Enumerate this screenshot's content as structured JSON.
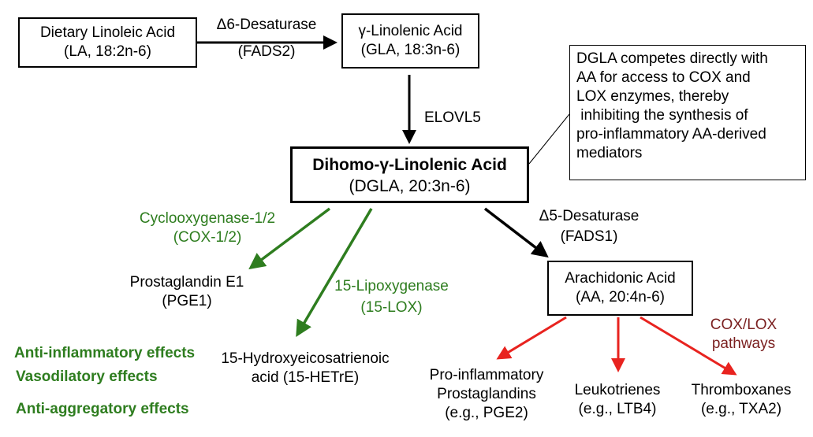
{
  "nodes": {
    "la": {
      "line1": "Dietary Linoleic Acid",
      "line2": "(LA, 18:2n-6)"
    },
    "gla": {
      "line1": "γ-Linolenic Acid",
      "line2": "(GLA, 18:3n-6)"
    },
    "dgla": {
      "line1": "Dihomo-γ-Linolenic Acid",
      "line2": "(DGLA, 20:3n-6)"
    },
    "aa": {
      "line1": "Arachidonic Acid",
      "line2": "(AA, 20:4n-6)"
    },
    "pge1": {
      "line1": "Prostaglandin E1",
      "line2": "(PGE1)"
    },
    "hetre": {
      "line1": "15-Hydroxyeicosatrienoic",
      "line2": "acid (15-HETrE)"
    },
    "pro_pg": {
      "line1": "Pro-inflammatory",
      "line2": "Prostaglandins",
      "line3": "(e.g., PGE2)"
    },
    "leuko": {
      "line1": "Leukotrienes",
      "line2": "(e.g., LTB4)"
    },
    "thromb": {
      "line1": "Thromboxanes",
      "line2": "(e.g., TXA2)"
    }
  },
  "enzymes": {
    "d6": {
      "line1": "Δ6-Desaturase",
      "line2": "(FADS2)"
    },
    "elovl5": "ELOVL5",
    "cox": {
      "line1": "Cyclooxygenase-1/2",
      "line2": "(COX-1/2)"
    },
    "lox": {
      "line1": "15-Lipoxygenase",
      "line2": "(15-LOX)"
    },
    "d5": {
      "line1": "Δ5-Desaturase",
      "line2": "(FADS1)"
    },
    "coxlox": {
      "line1": "COX/LOX",
      "line2": "pathways"
    }
  },
  "note": {
    "l1": "DGLA competes directly with",
    "l2": "AA for access to COX and",
    "l3": "LOX enzymes, thereby",
    "l4": " inhibiting the synthesis of",
    "l5": "pro-inflammatory AA-derived",
    "l6": "mediators"
  },
  "effects": [
    "Anti-inflammatory effects",
    "Vasodilatory effects",
    "Anti-aggregatory effects"
  ],
  "colors": {
    "black": "#000000",
    "green": "#2e7d1f",
    "red": "#e8231f",
    "darkred": "#7a1f1f"
  }
}
